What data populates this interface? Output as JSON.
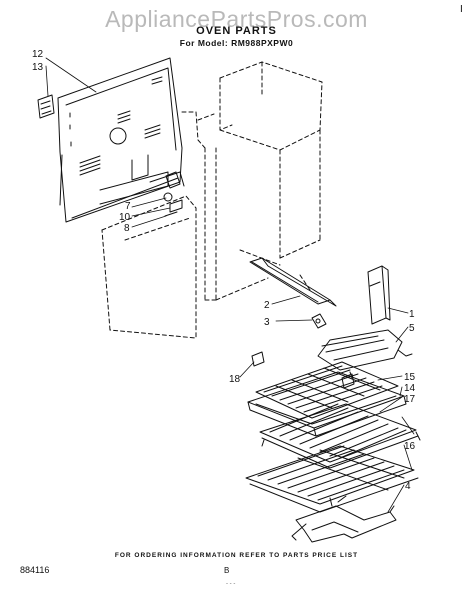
{
  "watermark": "AppliancePartsPros.com",
  "header": {
    "title": "OVEN PARTS",
    "subtitle": "For Model: RM988PXPW0",
    "corner_mark": "I"
  },
  "callouts": {
    "c12": "12",
    "c13": "13",
    "c7": "7",
    "c10": "10",
    "c8": "8",
    "c2": "2",
    "c3": "3",
    "c1": "1",
    "c5": "5",
    "c18": "18",
    "c15": "15",
    "c14": "14",
    "c17": "17",
    "c16": "16",
    "c4": "4"
  },
  "footer": {
    "note": "FOR ORDERING INFORMATION REFER TO PARTS PRICE LIST",
    "doc_number": "884116",
    "page_letter": "B",
    "rev_mark": "- -  -"
  }
}
